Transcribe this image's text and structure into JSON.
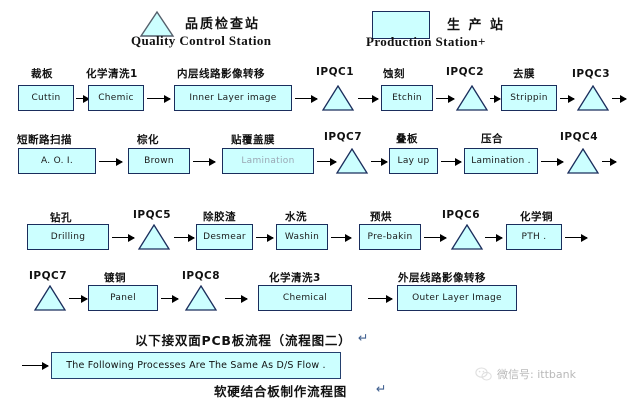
{
  "legend": {
    "quality": {
      "cn": "品质检查站",
      "en": "Quality  Control   Station",
      "icon": "triangle-icon"
    },
    "production": {
      "cn": "生 产 站",
      "en": "Production   Station+",
      "icon": "rectangle-icon"
    }
  },
  "rows": [
    {
      "name": "row-1",
      "nodes": [
        {
          "type": "process",
          "cn": "裁板",
          "en": "Cuttin"
        },
        {
          "type": "process",
          "cn": "化学清洗1",
          "en": "Chemic"
        },
        {
          "type": "process",
          "cn": "内层线路影像转移",
          "en": "Inner Layer image"
        },
        {
          "type": "qc",
          "cn": "IPQC1",
          "en": ""
        },
        {
          "type": "process",
          "cn": "蚀刻",
          "en": "Etchin"
        },
        {
          "type": "qc",
          "cn": "IPQC2",
          "en": ""
        },
        {
          "type": "process",
          "cn": "去膜",
          "en": "Strippin"
        },
        {
          "type": "qc",
          "cn": "IPQC3",
          "en": ""
        }
      ]
    },
    {
      "name": "row-2",
      "nodes": [
        {
          "type": "process",
          "cn": "短断路扫描",
          "en": "A. O. I."
        },
        {
          "type": "process",
          "cn": "棕化",
          "en": "Brown"
        },
        {
          "type": "process",
          "cn": "贴覆盖膜",
          "en": "Lamination"
        },
        {
          "type": "qc",
          "cn": "IPQC7",
          "en": ""
        },
        {
          "type": "process",
          "cn": "叠板",
          "en": "Lay up"
        },
        {
          "type": "process",
          "cn": "压合",
          "en": "Lamination ."
        },
        {
          "type": "qc",
          "cn": "IPQC4",
          "en": ""
        }
      ]
    },
    {
      "name": "row-3",
      "nodes": [
        {
          "type": "process",
          "cn": "钻孔",
          "en": "Drilling"
        },
        {
          "type": "qc",
          "cn": "IPQC5",
          "en": ""
        },
        {
          "type": "process",
          "cn": "除胶渣",
          "en": "Desmear"
        },
        {
          "type": "process",
          "cn": "水洗",
          "en": "Washin"
        },
        {
          "type": "process",
          "cn": "预烘",
          "en": "Pre-bakin"
        },
        {
          "type": "qc",
          "cn": "IPQC6",
          "en": ""
        },
        {
          "type": "process",
          "cn": "化学铜",
          "en": "PTH ."
        }
      ]
    },
    {
      "name": "row-4",
      "nodes": [
        {
          "type": "qc",
          "cn": "IPQC7",
          "en": ""
        },
        {
          "type": "process",
          "cn": "镀铜",
          "en": "Panel"
        },
        {
          "type": "qc",
          "cn": "IPQC8",
          "en": ""
        },
        {
          "type": "process",
          "cn": "化学清洗3",
          "en": "Chemical"
        },
        {
          "type": "process",
          "cn": "外层线路影像转移",
          "en": "Outer Layer Image"
        }
      ]
    }
  ],
  "footer": {
    "note_cn": "以下接双面PCB板流程（流程图二）",
    "note_mark": "↵",
    "box_en": "The Following Processes Are The Same As D/S Flow .",
    "title_cn": "软硬结合板制作流程图",
    "title_mark": "↵"
  },
  "watermark": {
    "text": "微信号: ittbank"
  },
  "colors": {
    "box_fill": "#ccffff",
    "box_border": "#1a2d5c",
    "arrow": "#000000",
    "background": "#ffffff"
  }
}
